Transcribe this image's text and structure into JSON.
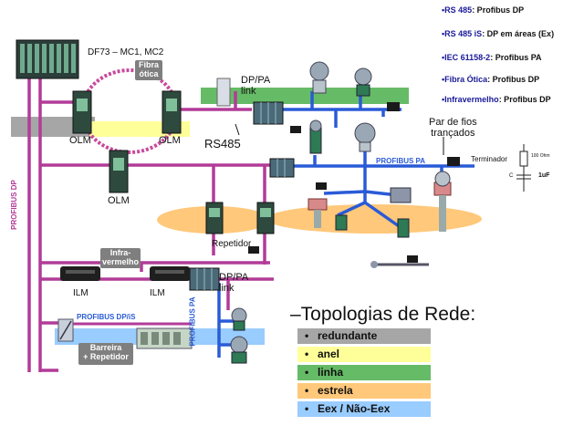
{
  "legend": [
    {
      "key": "RS 485",
      "val": ": Profibus DP"
    },
    {
      "key": "RS 485 iS",
      "val": ": DP em áreas (Ex)"
    },
    {
      "key": "IEC 61158-2",
      "val": ":  Profibus PA"
    },
    {
      "key": "Fibra Ótica",
      "val": ": Profibus DP"
    },
    {
      "key": "Infravermelho",
      "val": ": Profibus DP"
    }
  ],
  "labels": {
    "df73": "DF73 – MC1, MC2",
    "fibra_otica": "Fibra\nótica",
    "olm": "OLM",
    "dp_pa_link": "DP/PA\nlink",
    "rs485": "RS485",
    "par_fios": "Par de fios\ntrançados",
    "profibus_pa": "PROFIBUS PA",
    "profibus_pa_vertical": "PROFIBUS PA",
    "profibus_dp_vertical": "PROFIBUS DP",
    "profibus_dp_is": "PROFIBUS DP/iS",
    "terminador": "Terminador",
    "res_value": "100 Ohm",
    "cap_c": "C",
    "cap_value": "1uF",
    "repetidor": "Repetidor",
    "infravermelho": "Infra-\nvermelho",
    "ilm": "ILM",
    "barreira": "Barreira\n+ Repetidor"
  },
  "topologias": {
    "title": "–Topologias de Rede:",
    "items": [
      {
        "label": "redundante",
        "color": "#a6a6a6"
      },
      {
        "label": "anel",
        "color": "#ffff99"
      },
      {
        "label": "linha",
        "color": "#66bb66"
      },
      {
        "label": "estrela",
        "color": "#ffc87a"
      },
      {
        "label": "Eex / Não-Eex",
        "color": "#99ccff"
      }
    ]
  },
  "colors": {
    "dp_line": "#b23b98",
    "pa_line": "#2a5bd7",
    "fiber": "#c84a9c"
  }
}
